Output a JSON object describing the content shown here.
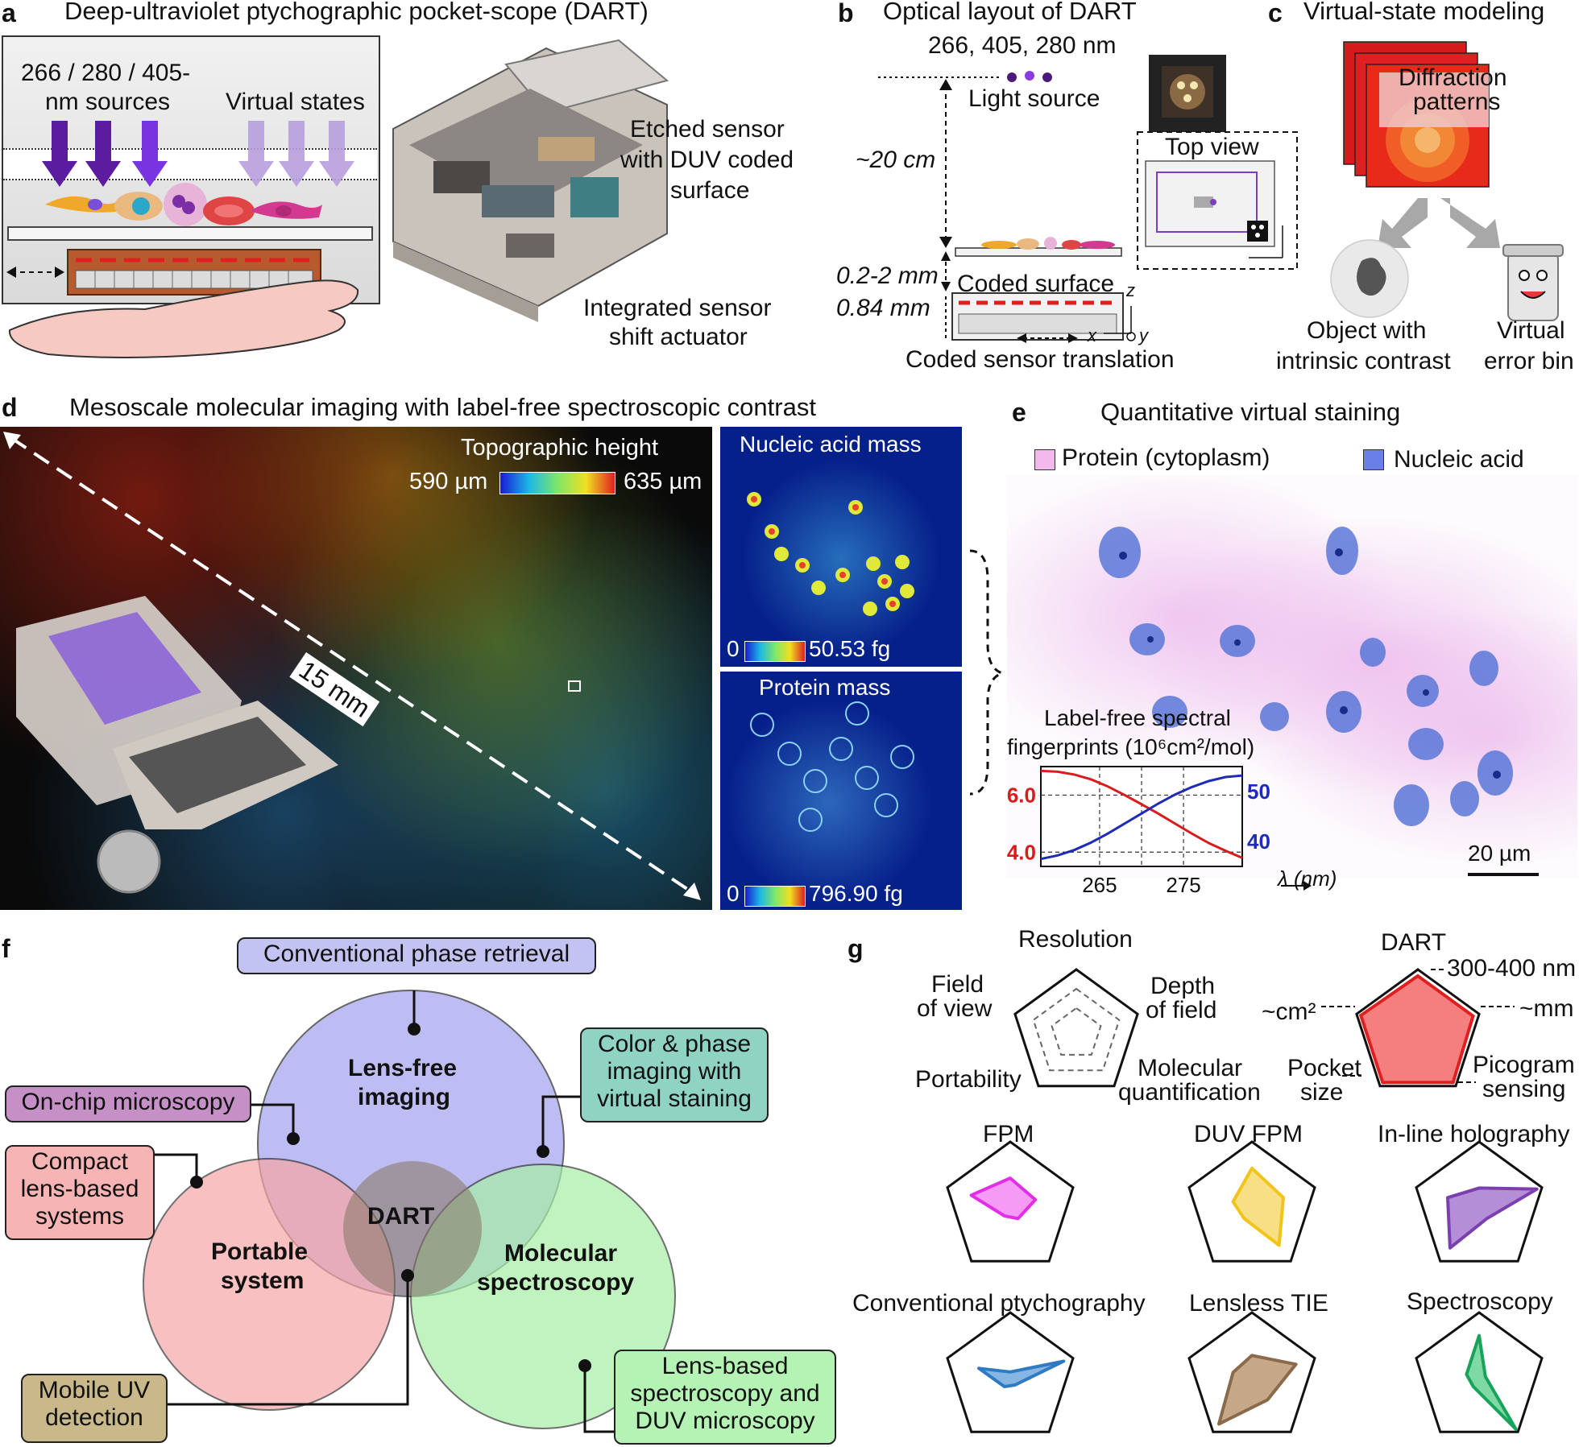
{
  "panel_a": {
    "letter": "a",
    "title": "Deep-ultraviolet ptychographic pocket-scope (DART)",
    "sources_label_line1": "266 / 280 / 405-",
    "sources_label_line2": "nm sources",
    "virtual_states_label": "Virtual states",
    "etched_sensor_line1": "Etched sensor",
    "etched_sensor_line2": "with DUV coded",
    "etched_sensor_line3": "surface",
    "actuator_line1": "Integrated sensor",
    "actuator_line2": "shift actuator"
  },
  "panel_b": {
    "letter": "b",
    "title": "Optical layout of DART",
    "wavelengths": "266, 405, 280 nm",
    "light_source": "Light source",
    "distance_20cm": "~20 cm",
    "top_view": "Top view",
    "gap_label": "0.2-2 mm",
    "coded_surface": "Coded surface",
    "thickness": "0.84 mm",
    "translation": "Coded sensor translation",
    "axis_x": "x",
    "axis_y": "y",
    "axis_z": "z"
  },
  "panel_c": {
    "letter": "c",
    "title": "Virtual-state modeling",
    "diffraction_line1": "Diffraction",
    "diffraction_line2": "patterns",
    "object_line1": "Object with",
    "object_line2": "intrinsic contrast",
    "virtual_line1": "Virtual",
    "virtual_line2": "error bin"
  },
  "panel_d": {
    "letter": "d",
    "title": "Mesoscale molecular imaging with label-free spectroscopic contrast",
    "topo_title": "Topographic height",
    "topo_min": "590 µm",
    "topo_max": "635 µm",
    "scale": "15 mm",
    "nucleic_title": "Nucleic acid mass",
    "nucleic_min": "0",
    "nucleic_max": "50.53 fg",
    "protein_title": "Protein mass",
    "protein_min": "0",
    "protein_max": "796.90 fg"
  },
  "panel_e": {
    "letter": "e",
    "title": "Quantitative virtual staining",
    "legend_protein": "Protein (cytoplasm)",
    "legend_nucleic": "Nucleic acid",
    "spectral_line1": "Label-free spectral",
    "spectral_line2": "fingerprints (10⁶cm²/mol)",
    "scale_bar": "20 µm",
    "colors": {
      "protein": "#f3b8ec",
      "nucleic": "#6b7fe8"
    }
  },
  "chart_data": {
    "type": "line",
    "x": [
      258,
      260,
      262,
      264,
      266,
      268,
      270,
      272,
      274,
      276,
      278,
      280,
      282
    ],
    "xlabel": "λ (nm)",
    "xticks": [
      "265",
      "275"
    ],
    "yticks_left": [
      "6.0",
      "4.0"
    ],
    "yticks_right": [
      "50",
      "40"
    ],
    "series": [
      {
        "color": "#d81b1b",
        "axis": "left",
        "values": [
          6.85,
          6.82,
          6.72,
          6.55,
          6.3,
          6.0,
          5.68,
          5.35,
          5.0,
          4.65,
          4.32,
          4.05,
          3.8
        ]
      },
      {
        "color": "#1e2ab8",
        "axis": "right",
        "values": [
          36.5,
          37.2,
          38.3,
          39.8,
          41.6,
          43.6,
          45.6,
          47.6,
          49.4,
          50.9,
          52.1,
          52.9,
          53.2
        ]
      }
    ],
    "ylim_left": [
      3.5,
      7.0
    ],
    "ylim_right": [
      35,
      55
    ],
    "grid": true
  },
  "panel_f": {
    "letter": "f",
    "conventional": "Conventional phase retrieval",
    "lens_free_line1": "Lens-free",
    "lens_free_line2": "imaging",
    "on_chip": "On-chip microscopy",
    "color_phase_line1": "Color & phase",
    "color_phase_line2": "imaging with",
    "color_phase_line3": "virtual staining",
    "compact_line1": "Compact",
    "compact_line2": "lens-based",
    "compact_line3": "systems",
    "dart": "DART",
    "portable_line1": "Portable",
    "portable_line2": "system",
    "molecular_line1": "Molecular",
    "molecular_line2": "spectroscopy",
    "mobile_line1": "Mobile UV",
    "mobile_line2": "detection",
    "lens_based_line1": "Lens-based",
    "lens_based_line2": "spectroscopy and",
    "lens_based_line3": "DUV microscopy"
  },
  "panel_g": {
    "letter": "g",
    "axes": {
      "resolution": "Resolution",
      "fov_line1": "Field",
      "fov_line2": "of view",
      "dof_line1": "Depth",
      "dof_line2": "of field",
      "portability": "Portability",
      "molecular_line1": "Molecular",
      "molecular_line2": "quantification"
    },
    "dart": {
      "title": "DART",
      "resolution": "300-400 nm",
      "dof": "~mm",
      "fov": "~cm²",
      "pocket_line1": "Pocket",
      "pocket_line2": "size",
      "pico_line1": "Picogram",
      "pico_line2": "sensing"
    },
    "methods": [
      {
        "name": "FPM",
        "color": "#e02fe6",
        "fill": "#f59af5",
        "values": [
          0.45,
          0.4,
          0.2,
          0.15,
          0.62
        ]
      },
      {
        "name": "DUV FPM",
        "color": "#f0c419",
        "fill": "#f8df85",
        "values": [
          0.6,
          0.5,
          0.7,
          0.2,
          0.3
        ]
      },
      {
        "name": "In-line holography",
        "color": "#7b3fb0",
        "fill": "#b48ed6",
        "values": [
          0.3,
          0.92,
          0.2,
          0.75,
          0.5
        ]
      },
      {
        "name": "Conventional ptychography",
        "color": "#2e7bc4",
        "fill": "#86b6e3",
        "values": [
          0.1,
          0.85,
          0.12,
          0.15,
          0.5
        ]
      },
      {
        "name": "Lensless TIE",
        "color": "#8a6a4a",
        "fill": "#c5a888",
        "values": [
          0.35,
          0.7,
          0.4,
          0.85,
          0.3
        ]
      },
      {
        "name": "Spectroscopy",
        "color": "#18a35a",
        "fill": "#7fd9a5",
        "values": [
          0.65,
          0.1,
          0.95,
          0.15,
          0.2
        ]
      }
    ],
    "dart_values": [
      0.9,
      0.9,
      0.93,
      0.93,
      0.93
    ]
  }
}
